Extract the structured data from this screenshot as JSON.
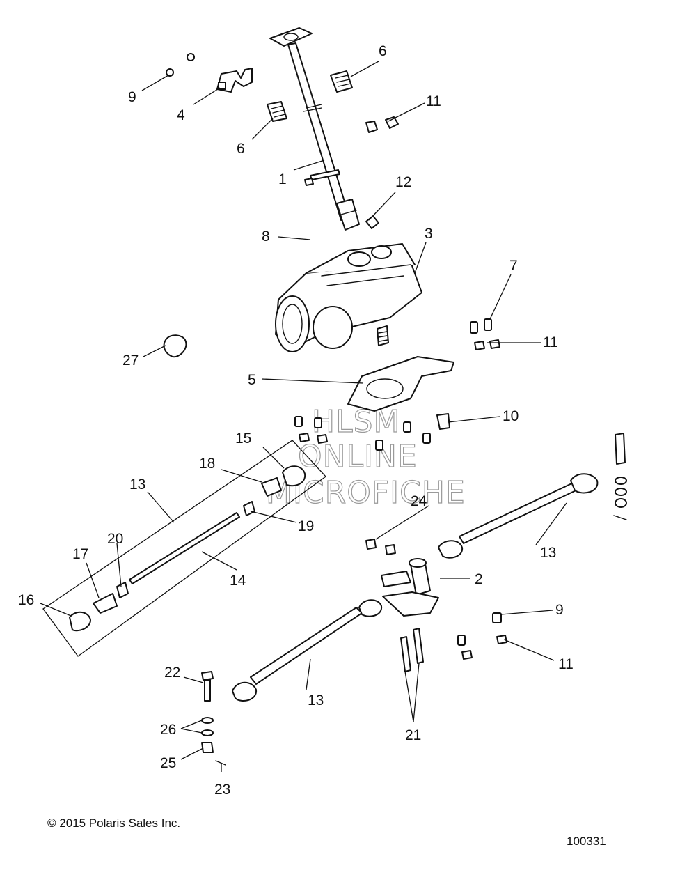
{
  "copyright": "© 2015 Polaris Sales Inc.",
  "diagram_number": "100331",
  "watermark": [
    "HLSM",
    "ONLINE",
    "MICROFICHE"
  ],
  "callouts": [
    "1",
    "2",
    "3",
    "4",
    "5",
    "6",
    "6",
    "7",
    "8",
    "9",
    "9",
    "10",
    "11",
    "11",
    "11",
    "12",
    "13",
    "13",
    "13",
    "14",
    "15",
    "16",
    "17",
    "18",
    "19",
    "20",
    "21",
    "22",
    "23",
    "24",
    "25",
    "26",
    "27"
  ],
  "line_color": "#111111",
  "watermark_color": "#9a9a9a"
}
